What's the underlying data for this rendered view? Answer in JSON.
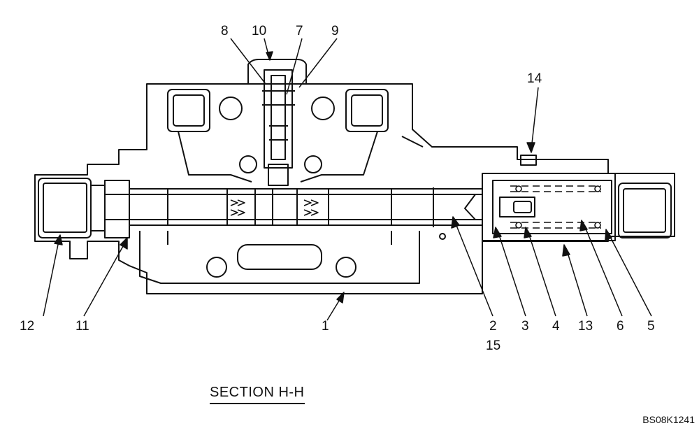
{
  "caption": "SECTION  H-H",
  "drawing_code": "BS08K1241",
  "callouts": [
    {
      "id": "1",
      "label": "1"
    },
    {
      "id": "2",
      "label": "2"
    },
    {
      "id": "3",
      "label": "3"
    },
    {
      "id": "4",
      "label": "4"
    },
    {
      "id": "5",
      "label": "5"
    },
    {
      "id": "6",
      "label": "6"
    },
    {
      "id": "7",
      "label": "7"
    },
    {
      "id": "8",
      "label": "8"
    },
    {
      "id": "9",
      "label": "9"
    },
    {
      "id": "10",
      "label": "10"
    },
    {
      "id": "11",
      "label": "11"
    },
    {
      "id": "12",
      "label": "12"
    },
    {
      "id": "13",
      "label": "13"
    },
    {
      "id": "14",
      "label": "14"
    },
    {
      "id": "15",
      "label": "15"
    }
  ]
}
